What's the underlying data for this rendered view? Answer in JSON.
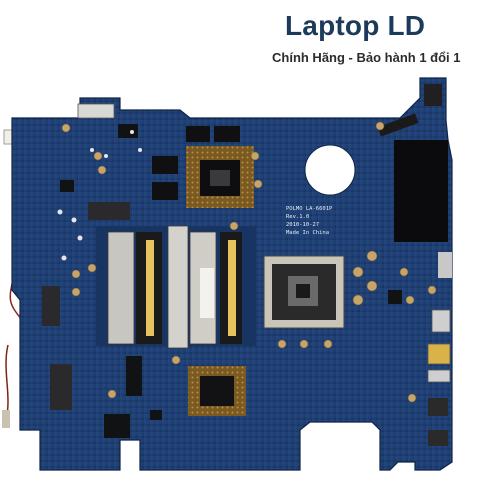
{
  "header": {
    "title": "Laptop LD",
    "subtitle": "Chính Hãng - Bảo hành 1 đổi 1"
  },
  "board": {
    "silkscreen": [
      "POLMO LA-6601P",
      "Rev.1.0",
      "2010-10-27",
      "Made In China"
    ]
  },
  "colors": {
    "pcb": "#1f3f73",
    "pcb_dark": "#16305c",
    "title": "#1c3a5a",
    "subtitle": "#2c2c2c"
  }
}
